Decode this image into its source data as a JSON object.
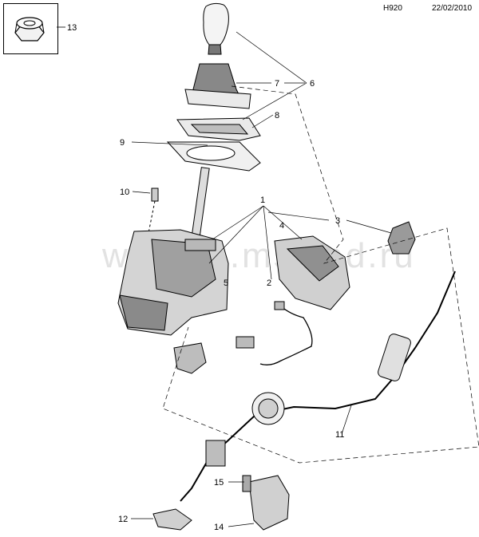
{
  "header": {
    "code": "H920",
    "date": "22/02/2010"
  },
  "watermark": "www.a..msklad.ru",
  "callouts": [
    "1",
    "2",
    "3",
    "4",
    "5",
    "6",
    "7",
    "8",
    "9",
    "10",
    "11",
    "12",
    "13",
    "14",
    "15"
  ],
  "icons": {
    "inset_part": "lock-nut-icon"
  }
}
